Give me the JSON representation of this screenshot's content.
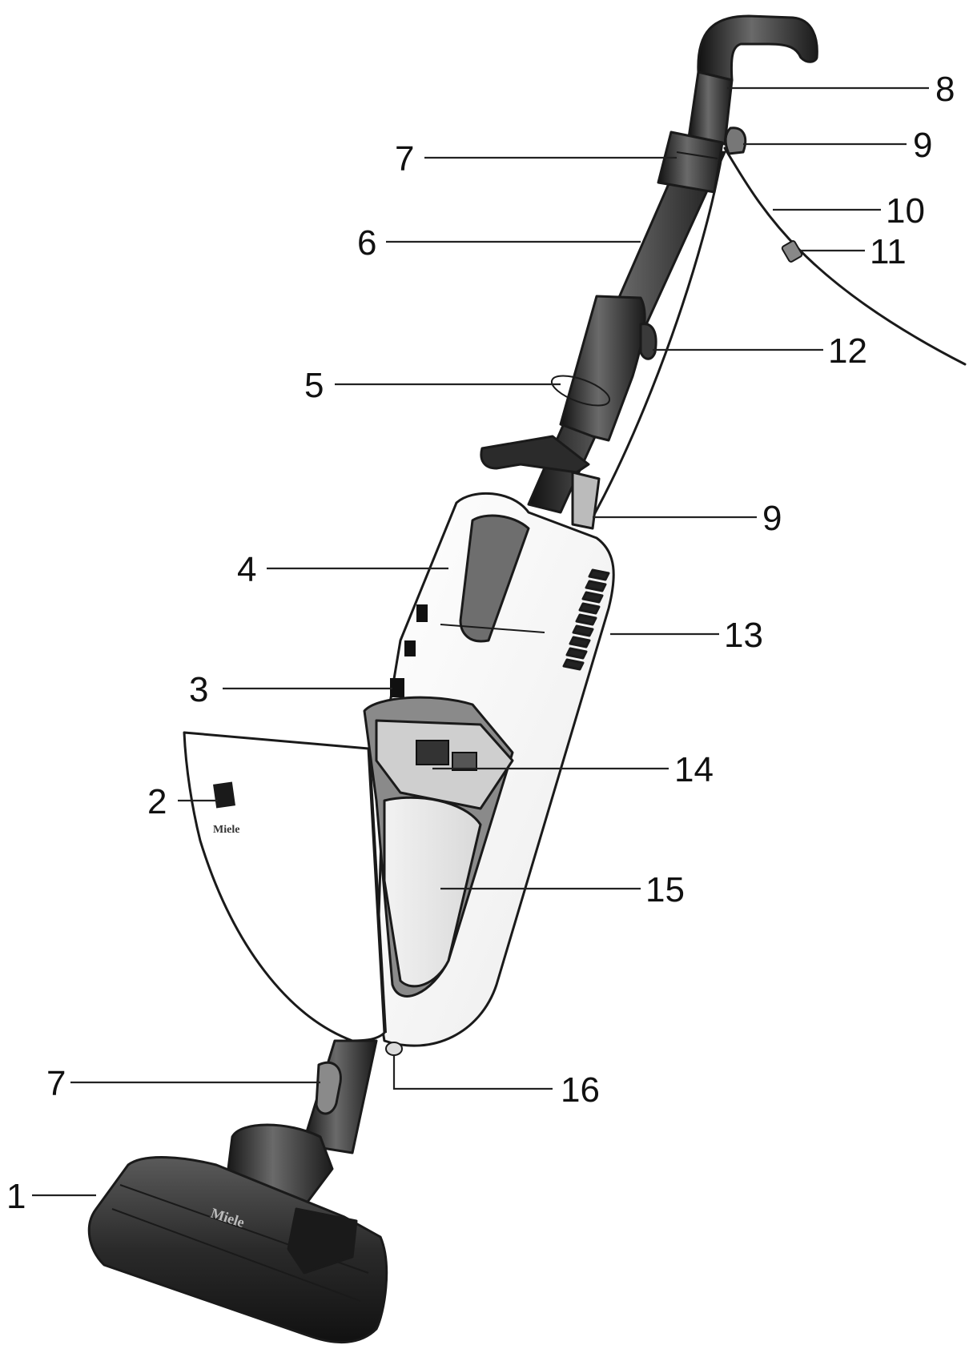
{
  "brand": {
    "logo_text": "Miele"
  },
  "callouts": [
    {
      "id": "1",
      "label": "1"
    },
    {
      "id": "2",
      "label": "2"
    },
    {
      "id": "3",
      "label": "3"
    },
    {
      "id": "4",
      "label": "4"
    },
    {
      "id": "5",
      "label": "5"
    },
    {
      "id": "6",
      "label": "6"
    },
    {
      "id": "7a",
      "label": "7"
    },
    {
      "id": "7b",
      "label": "7"
    },
    {
      "id": "8",
      "label": "8"
    },
    {
      "id": "9a",
      "label": "9"
    },
    {
      "id": "9b",
      "label": "9"
    },
    {
      "id": "10",
      "label": "10"
    },
    {
      "id": "11",
      "label": "11"
    },
    {
      "id": "12",
      "label": "12"
    },
    {
      "id": "13",
      "label": "13"
    },
    {
      "id": "14",
      "label": "14"
    },
    {
      "id": "15",
      "label": "15"
    },
    {
      "id": "16",
      "label": "16"
    }
  ]
}
